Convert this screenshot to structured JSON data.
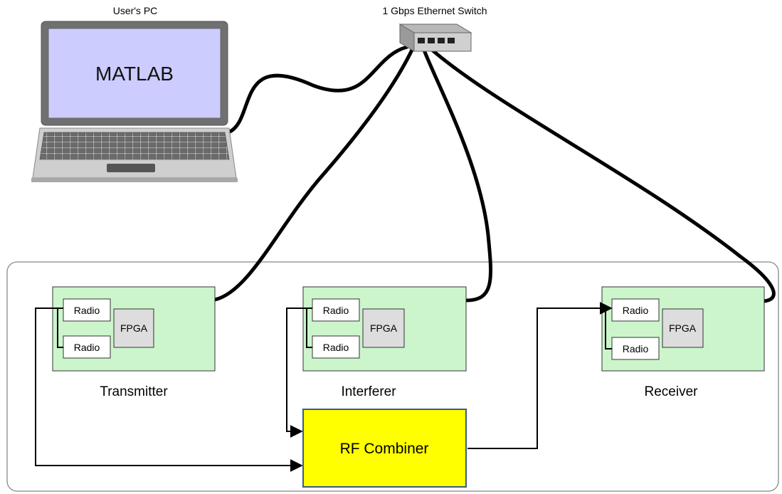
{
  "pc": {
    "label": "User's PC",
    "screen_text": "MATLAB"
  },
  "switch": {
    "label": "1 Gbps Ethernet Switch"
  },
  "boards": [
    {
      "name": "Transmitter",
      "radio_top": "Radio",
      "radio_bottom": "Radio",
      "fpga": "FPGA"
    },
    {
      "name": "Interferer",
      "radio_top": "Radio",
      "radio_bottom": "Radio",
      "fpga": "FPGA"
    },
    {
      "name": "Receiver",
      "radio_top": "Radio",
      "radio_bottom": "Radio",
      "fpga": "FPGA"
    }
  ],
  "combiner": {
    "label": "RF Combiner"
  },
  "colors": {
    "board": "#ccf5cc",
    "combiner_fill": "#ffff00",
    "combiner_border": "#3a5a8c",
    "screen": "#ccccff"
  }
}
